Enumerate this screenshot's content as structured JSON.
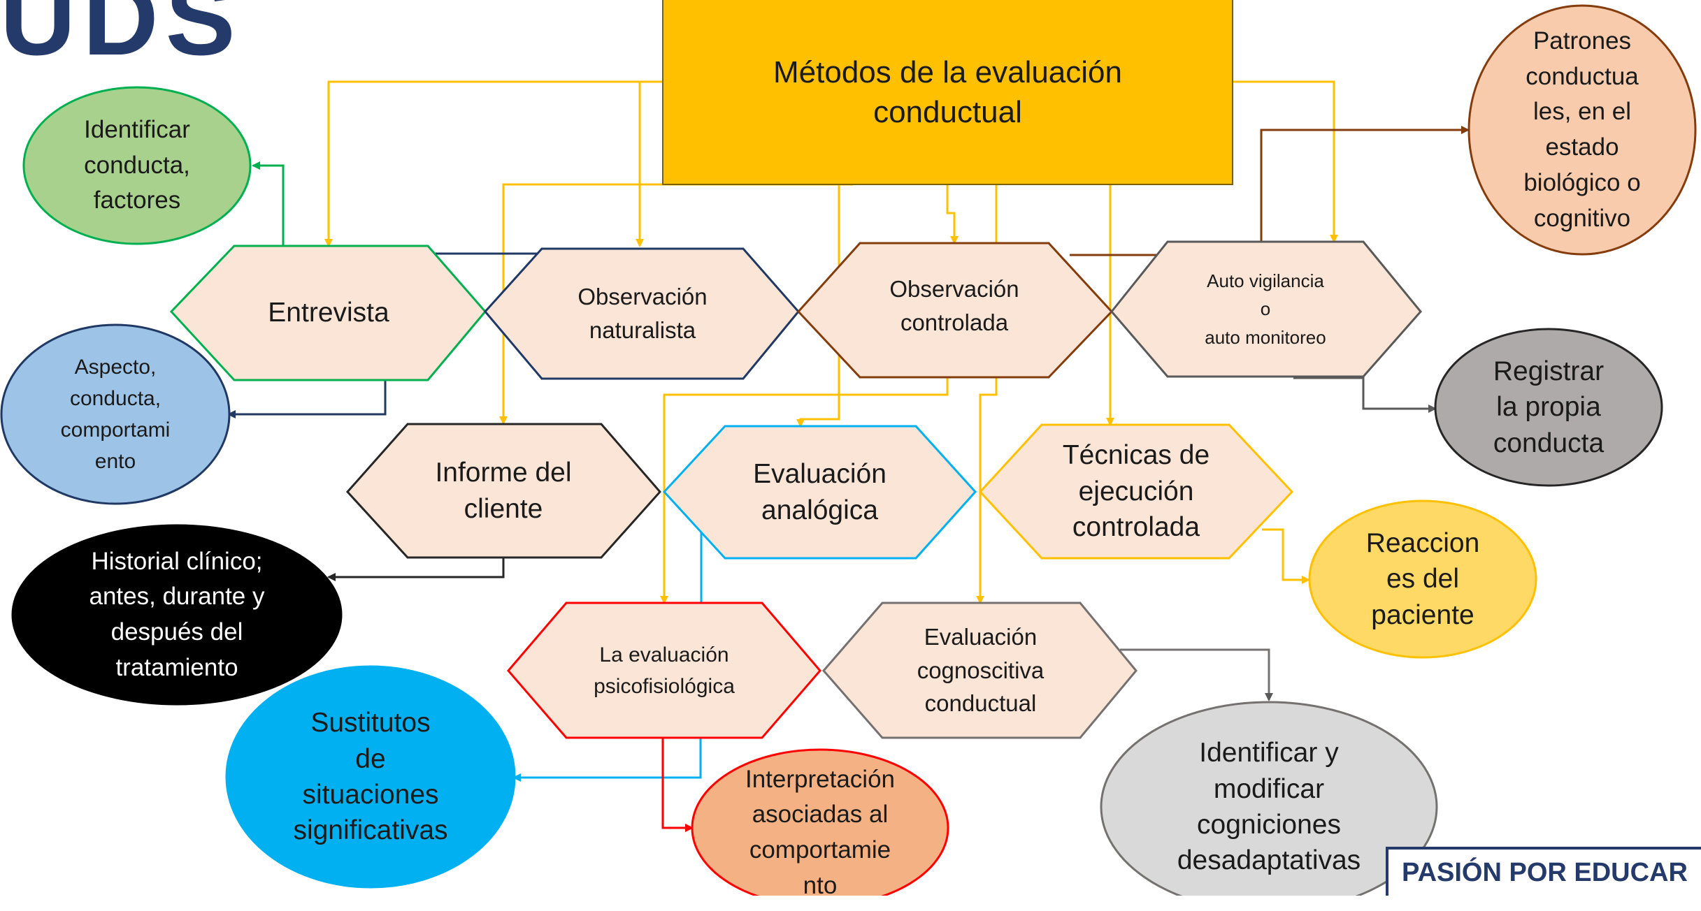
{
  "logo": {
    "text": "UDS"
  },
  "footer": {
    "tagline": "PASIÓN POR EDUCAR"
  },
  "colors": {
    "title_fill": "#FFC000",
    "node_fill": "#FBE5D6",
    "yellow_line": "#FFC000",
    "green": "#00B050",
    "navy": "#1F3864",
    "brown": "#843C0C",
    "gray_edge": "#767171",
    "sky": "#00B0F0",
    "red": "#FF0000"
  },
  "diagram": {
    "title": "Métodos de la evaluación\nconductual",
    "methods": {
      "entrevista": "Entrevista",
      "obs_naturalista": "Observación\nnaturalista",
      "obs_controlada": "Observación\ncontrolada",
      "auto_vigilancia": "Auto vigilancia\no\nauto monitoreo",
      "informe": "Informe del\ncliente",
      "eval_analogica": "Evaluación\nanalógica",
      "tecnicas": "Técnicas de\nejecución\ncontrolada",
      "psicofisiologica": "La evaluación\npsicofisiológica",
      "cognoscitiva": "Evaluación\ncognoscitiva\nconductual"
    },
    "outcomes": {
      "identificar": "Identificar\nconducta,\nfactores",
      "aspecto": "Aspecto,\nconducta,\ncomportami\nento",
      "historial": "Historial clínico;\nantes, durante y\ndespués del\ntratamiento",
      "sustitutos": "Sustitutos\nde\nsituaciones\nsignificativas",
      "interpretacion": "Interpretación\nasociadas al\ncomportamie\nnto",
      "patrones": "Patrones\nconductua\nles, en el\nestado\nbiológico o\ncognitivo",
      "registrar": "Registrar\nla propia\nconducta",
      "reacciones": "Reaccion\nes del\npaciente",
      "modificar": "Identificar y\nmodificar\ncogniciones\ndesadaptativas"
    }
  }
}
